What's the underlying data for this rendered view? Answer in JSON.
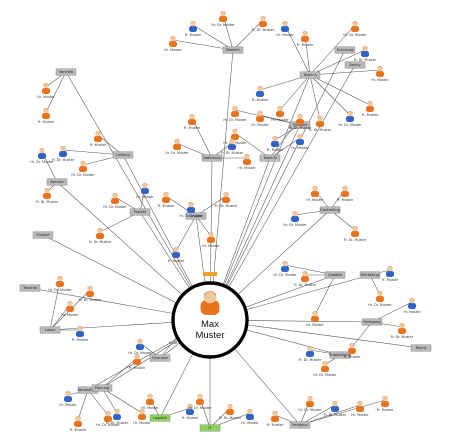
{
  "center": {
    "name_line1": "Max",
    "name_line2": "Muster"
  },
  "colors": {
    "edge": "#555555",
    "box_fill": "#b9b9b9",
    "box_stroke": "#777777",
    "box_green": "#8bd35a",
    "box_orange": "#f3a02a",
    "person_skin": "#f2c79d",
    "person_hair": "#b7471e",
    "person_body": "#e9731c",
    "person_body_blue": "#2f63c8",
    "center_ring": "#000000"
  },
  "nodes": [
    {
      "id": "c",
      "t": "center"
    },
    {
      "id": "h1",
      "t": "box",
      "label": "Bereich"
    },
    {
      "id": "h2",
      "t": "box",
      "label": "Team A"
    },
    {
      "id": "h3",
      "t": "box",
      "label": "Team B"
    },
    {
      "id": "h4",
      "t": "box",
      "label": "Abteilung"
    },
    {
      "id": "h5",
      "t": "box",
      "label": "Gruppe"
    },
    {
      "id": "h6",
      "t": "box",
      "label": "Projekt"
    },
    {
      "id": "h7",
      "t": "box",
      "label": "Leitung"
    },
    {
      "id": "h8",
      "t": "box",
      "label": "Vertrieb"
    },
    {
      "id": "h9",
      "t": "box",
      "label": "Service"
    },
    {
      "id": "h10",
      "t": "box",
      "label": "Einkauf"
    },
    {
      "id": "h11",
      "t": "box",
      "label": "Technik"
    },
    {
      "id": "h12",
      "t": "box",
      "label": "Labor"
    },
    {
      "id": "h13",
      "t": "box",
      "label": "Verwaltung"
    },
    {
      "id": "h14",
      "t": "box",
      "label": "Planung"
    },
    {
      "id": "h15",
      "t": "box",
      "label": "Finanzen"
    },
    {
      "id": "h16",
      "t": "box",
      "label": "Logistik"
    },
    {
      "id": "h17",
      "t": "box",
      "label": "IT"
    },
    {
      "id": "h18",
      "t": "box",
      "label": "Personal"
    },
    {
      "id": "h19",
      "t": "box",
      "label": "Qualität"
    },
    {
      "id": "h20",
      "t": "box",
      "label": "Marketing"
    },
    {
      "id": "h21",
      "t": "box",
      "label": "Fertigung"
    },
    {
      "id": "h22",
      "t": "box",
      "label": "Entwicklung"
    },
    {
      "id": "h23",
      "t": "box",
      "label": "Recht"
    },
    {
      "id": "h24",
      "t": "box",
      "label": "Controlling"
    },
    {
      "id": "h25",
      "t": "box",
      "label": "Support"
    },
    {
      "id": "h26",
      "t": "box",
      "label": "Schulung"
    },
    {
      "id": "h27",
      "t": "box",
      "label": "Archiv"
    }
  ],
  "people_labels": [
    "Hr. Muster",
    "Fr. Muster",
    "Hr. Dr. Muster",
    "Fr. Dr. Muster"
  ]
}
